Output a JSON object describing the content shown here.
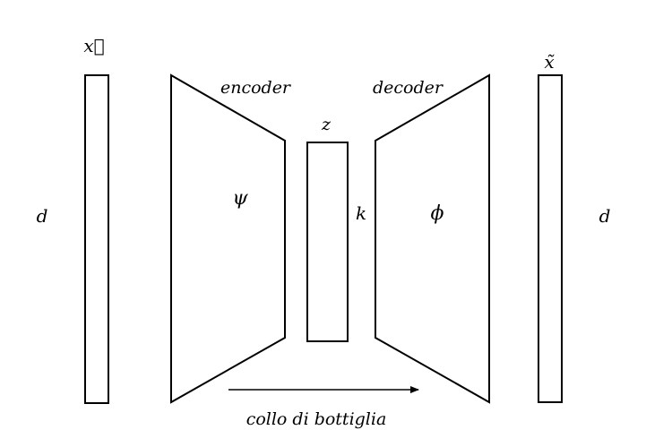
{
  "labels": {
    "input_vector": "x⃗",
    "output_vector": "x̃",
    "input_dim": "d",
    "output_dim": "d",
    "encoder": "encoder",
    "decoder": "decoder",
    "latent": "z",
    "latent_dim": "k",
    "encoder_fn": "ψ",
    "decoder_fn": "ϕ",
    "bottleneck": "collo di bottiglia"
  }
}
